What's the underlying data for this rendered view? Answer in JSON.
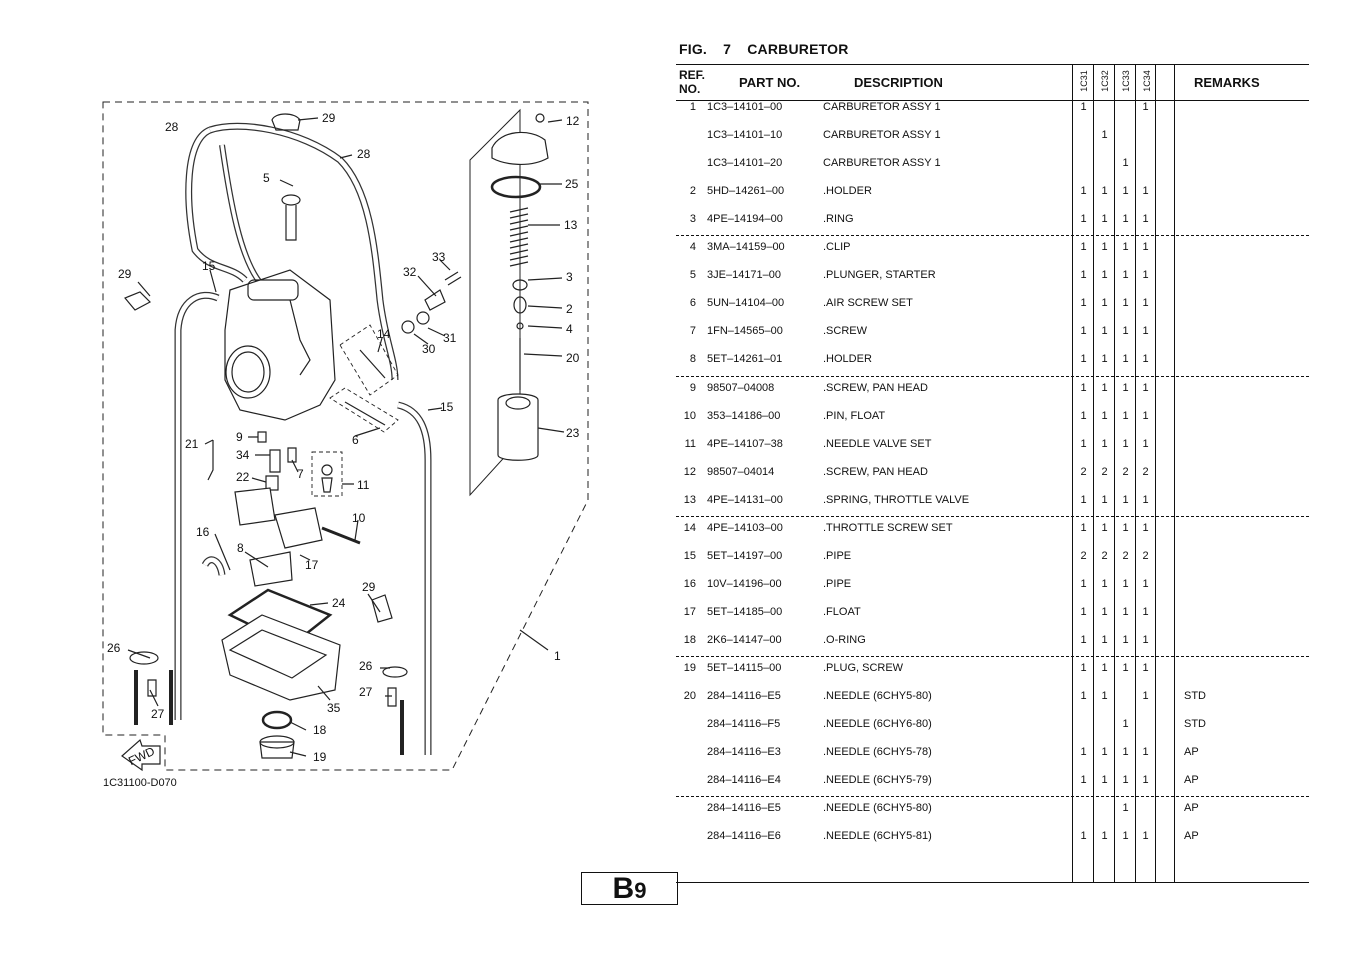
{
  "figure": {
    "label": "FIG.",
    "number": "7",
    "name": "CARBURETOR",
    "code": "1C31100-D070"
  },
  "columns": {
    "ref": "REF.\nNO.",
    "ref1": "REF.",
    "ref2": "NO.",
    "part_no": "PART NO.",
    "description": "DESCRIPTION",
    "models": [
      "1C31",
      "1C32",
      "1C33",
      "1C34"
    ],
    "remarks": "REMARKS"
  },
  "rows": [
    {
      "ref": "1",
      "part_no": "1C3–14101–00",
      "desc": "CARBURETOR ASSY 1",
      "q": [
        "1",
        "",
        "",
        "1"
      ],
      "remarks": ""
    },
    {
      "ref": "",
      "part_no": "1C3–14101–10",
      "desc": "CARBURETOR ASSY 1",
      "q": [
        "",
        "1",
        "",
        ""
      ],
      "remarks": ""
    },
    {
      "ref": "",
      "part_no": "1C3–14101–20",
      "desc": "CARBURETOR ASSY 1",
      "q": [
        "",
        "",
        "1",
        ""
      ],
      "remarks": ""
    },
    {
      "ref": "2",
      "part_no": "5HD–14261–00",
      "desc": ".HOLDER",
      "q": [
        "1",
        "1",
        "1",
        "1"
      ],
      "remarks": ""
    },
    {
      "ref": "3",
      "part_no": "4PE–14194–00",
      "desc": ".RING",
      "q": [
        "1",
        "1",
        "1",
        "1"
      ],
      "remarks": ""
    },
    {
      "ref": "4",
      "part_no": "3MA–14159–00",
      "desc": ".CLIP",
      "q": [
        "1",
        "1",
        "1",
        "1"
      ],
      "remarks": ""
    },
    {
      "ref": "5",
      "part_no": "3JE–14171–00",
      "desc": ".PLUNGER, STARTER",
      "q": [
        "1",
        "1",
        "1",
        "1"
      ],
      "remarks": ""
    },
    {
      "ref": "6",
      "part_no": "5UN–14104–00",
      "desc": ".AIR SCREW SET",
      "q": [
        "1",
        "1",
        "1",
        "1"
      ],
      "remarks": ""
    },
    {
      "ref": "7",
      "part_no": "1FN–14565–00",
      "desc": ".SCREW",
      "q": [
        "1",
        "1",
        "1",
        "1"
      ],
      "remarks": ""
    },
    {
      "ref": "8",
      "part_no": "5ET–14261–01",
      "desc": ".HOLDER",
      "q": [
        "1",
        "1",
        "1",
        "1"
      ],
      "remarks": ""
    },
    {
      "ref": "9",
      "part_no": "98507–04008",
      "desc": ".SCREW, PAN HEAD",
      "q": [
        "1",
        "1",
        "1",
        "1"
      ],
      "remarks": ""
    },
    {
      "ref": "10",
      "part_no": "353–14186–00",
      "desc": ".PIN, FLOAT",
      "q": [
        "1",
        "1",
        "1",
        "1"
      ],
      "remarks": ""
    },
    {
      "ref": "11",
      "part_no": "4PE–14107–38",
      "desc": ".NEEDLE VALVE SET",
      "q": [
        "1",
        "1",
        "1",
        "1"
      ],
      "remarks": ""
    },
    {
      "ref": "12",
      "part_no": "98507–04014",
      "desc": ".SCREW, PAN HEAD",
      "q": [
        "2",
        "2",
        "2",
        "2"
      ],
      "remarks": ""
    },
    {
      "ref": "13",
      "part_no": "4PE–14131–00",
      "desc": ".SPRING, THROTTLE VALVE",
      "q": [
        "1",
        "1",
        "1",
        "1"
      ],
      "remarks": ""
    },
    {
      "ref": "14",
      "part_no": "4PE–14103–00",
      "desc": ".THROTTLE SCREW SET",
      "q": [
        "1",
        "1",
        "1",
        "1"
      ],
      "remarks": ""
    },
    {
      "ref": "15",
      "part_no": "5ET–14197–00",
      "desc": ".PIPE",
      "q": [
        "2",
        "2",
        "2",
        "2"
      ],
      "remarks": ""
    },
    {
      "ref": "16",
      "part_no": "10V–14196–00",
      "desc": ".PIPE",
      "q": [
        "1",
        "1",
        "1",
        "1"
      ],
      "remarks": ""
    },
    {
      "ref": "17",
      "part_no": "5ET–14185–00",
      "desc": ".FLOAT",
      "q": [
        "1",
        "1",
        "1",
        "1"
      ],
      "remarks": ""
    },
    {
      "ref": "18",
      "part_no": "2K6–14147–00",
      "desc": ".O-RING",
      "q": [
        "1",
        "1",
        "1",
        "1"
      ],
      "remarks": ""
    },
    {
      "ref": "19",
      "part_no": "5ET–14115–00",
      "desc": ".PLUG, SCREW",
      "q": [
        "1",
        "1",
        "1",
        "1"
      ],
      "remarks": ""
    },
    {
      "ref": "20",
      "part_no": "284–14116–E5",
      "desc": ".NEEDLE (6CHY5-80)",
      "q": [
        "1",
        "1",
        "",
        "1"
      ],
      "remarks": "STD"
    },
    {
      "ref": "",
      "part_no": "284–14116–F5",
      "desc": ".NEEDLE (6CHY6-80)",
      "q": [
        "",
        "",
        "1",
        ""
      ],
      "remarks": "STD"
    },
    {
      "ref": "",
      "part_no": "284–14116–E3",
      "desc": ".NEEDLE (6CHY5-78)",
      "q": [
        "1",
        "1",
        "1",
        "1"
      ],
      "remarks": "AP"
    },
    {
      "ref": "",
      "part_no": "284–14116–E4",
      "desc": ".NEEDLE (6CHY5-79)",
      "q": [
        "1",
        "1",
        "1",
        "1"
      ],
      "remarks": "AP"
    },
    {
      "ref": "",
      "part_no": "284–14116–E5",
      "desc": ".NEEDLE (6CHY5-80)",
      "q": [
        "",
        "",
        "1",
        ""
      ],
      "remarks": "AP"
    },
    {
      "ref": "",
      "part_no": "284–14116–E6",
      "desc": ".NEEDLE (6CHY5-81)",
      "q": [
        "1",
        "1",
        "1",
        "1"
      ],
      "remarks": "AP"
    }
  ],
  "callouts": [
    "29",
    "28",
    "28",
    "5",
    "29",
    "15",
    "33",
    "32",
    "31",
    "30",
    "14",
    "12",
    "25",
    "13",
    "3",
    "2",
    "4",
    "20",
    "15",
    "23",
    "6",
    "21",
    "9",
    "34",
    "22",
    "7",
    "11",
    "10",
    "16",
    "8",
    "17",
    "24",
    "29",
    "26",
    "26",
    "27",
    "27",
    "35",
    "18",
    "19",
    "1"
  ],
  "fwd_label": "FWD",
  "page": {
    "letter": "B",
    "number": "9"
  }
}
